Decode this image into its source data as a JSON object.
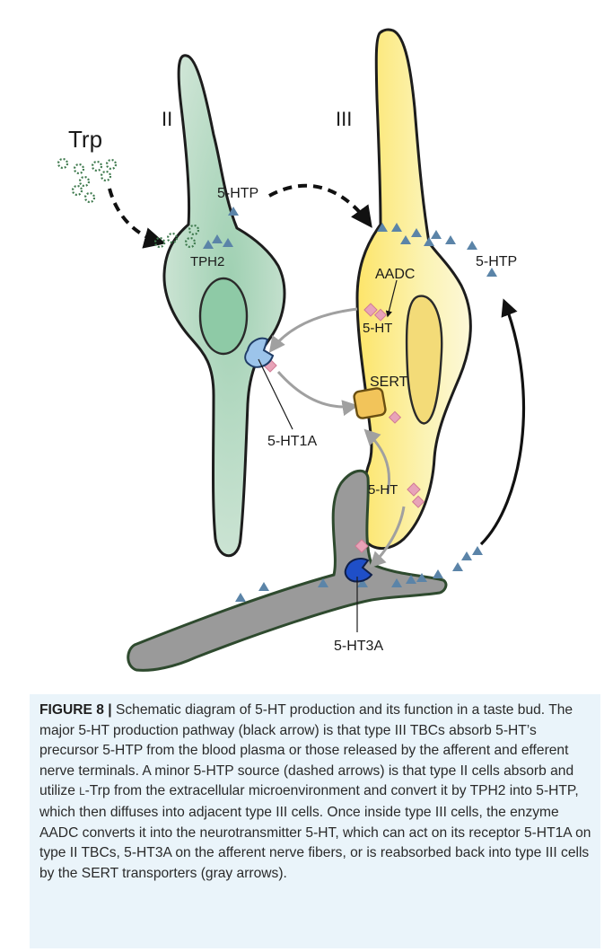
{
  "figure": {
    "cell_labels": {
      "type_ii": "II",
      "type_iii": "III"
    },
    "labels": {
      "trp": "Trp",
      "htp_top": "5-HTP",
      "htp_right": "5-HTP",
      "tph2": "TPH2",
      "aadc": "AADC",
      "ht_upper": "5-HT",
      "sert": "SERT",
      "ht1a": "5-HT1A",
      "ht_lower": "5-HT",
      "ht3a": "5-HT3A"
    },
    "colors": {
      "type_ii_fill": "#cfe5d6",
      "type_iii_fill": "#fbf3b4",
      "nerve_fill": "#9a9a9a",
      "nerve_outline": "#2e4a2e",
      "htp_triangle": "#5b84a8",
      "ht_molecule": "#e8a3b8",
      "sert_fill": "#f2c45a",
      "receptor_1a": "#9cc4ea",
      "receptor_3a": "#1f4fc8",
      "gray_arrow": "#a0a0a0",
      "black_arrow": "#111111",
      "caption_bg": "#eaf4fa"
    },
    "icons": [
      "trp-molecule-icon",
      "htp-triangle-icon",
      "ht-molecule-icon",
      "receptor-icon",
      "transporter-icon"
    ]
  },
  "caption": {
    "label": "FIGURE 8 |",
    "part1": " Schematic diagram of 5-HT production and its function in a taste bud. The major 5-HT production pathway (black arrow) is that type III TBCs absorb 5-HT’s precursor 5-HTP from the blood plasma or those released by the afferent and efferent nerve terminals. A minor 5-HTP source (dashed arrows) is that type II cells absorb and utilize ",
    "smallcap": "L",
    "part2": "-Trp from the extracellular microenvironment and convert it by TPH2 into 5-HTP, which then diffuses into adjacent type III cells. Once inside type III cells, the enzyme AADC converts it into the neurotransmitter 5-HT, which can act on its receptor 5-HT1A on type II TBCs, 5-HT3A on the afferent nerve fibers, or is reabsorbed back into type III cells by the SERT transporters (gray arrows)."
  }
}
